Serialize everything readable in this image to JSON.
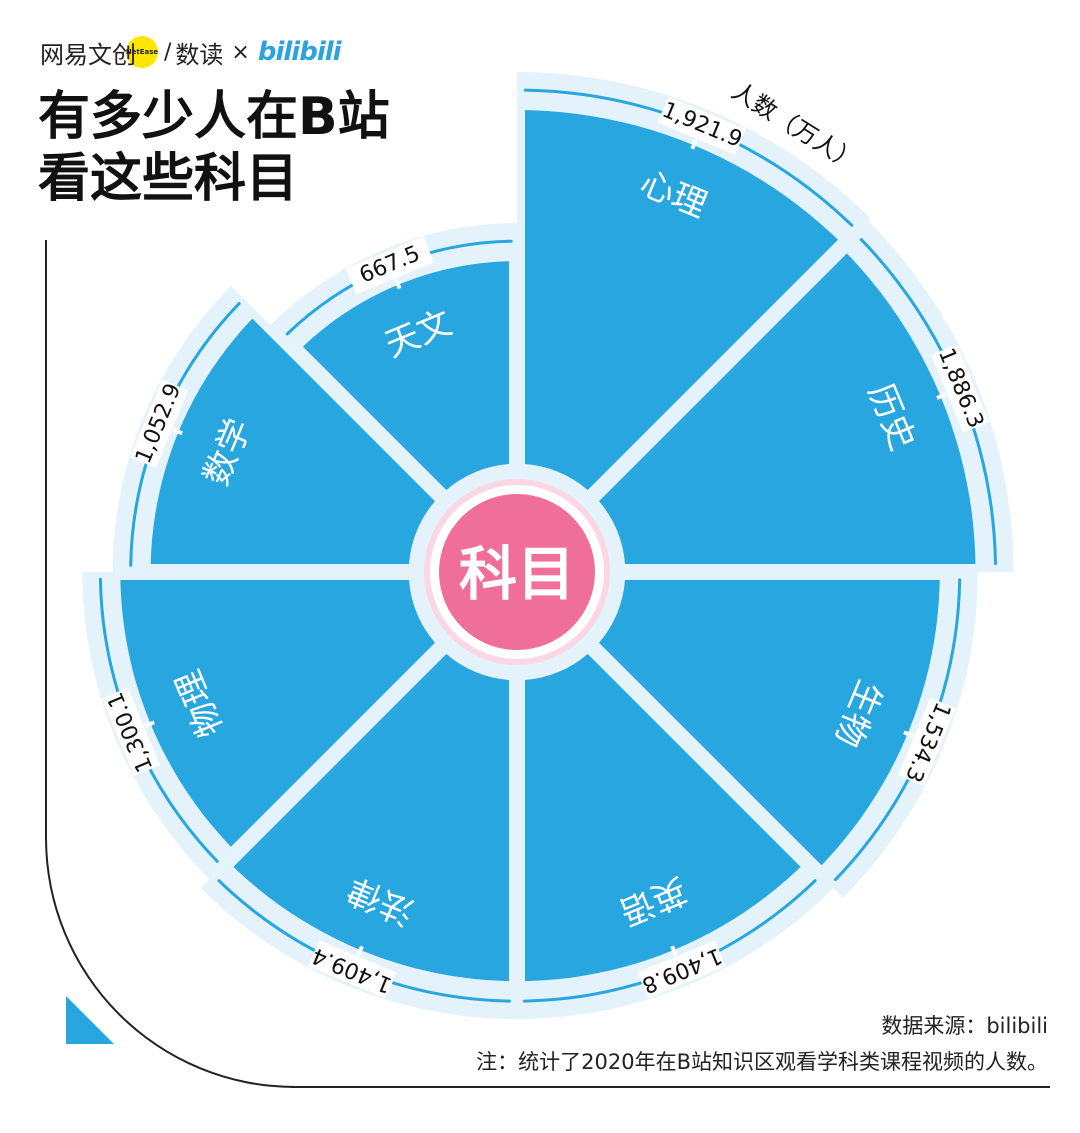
{
  "header": {
    "brand_netease": "网易文创",
    "brand_netease_en": "NetEase",
    "brand_slash": "/",
    "brand_shudu": "数读",
    "brand_times": "×",
    "brand_bilibili": "bilibili"
  },
  "title": "有多少人在B站\n看这些科目",
  "colors": {
    "petal": "#27a6df",
    "petal_light": "#e4f3fb",
    "outline": "#27a6df",
    "center": "#f06f9a",
    "center_ring": "#fbd6e3",
    "text_light": "#ffffff",
    "text_dark": "#111111"
  },
  "chart_data": {
    "type": "pie",
    "title": "有多少人在B站看这些科目",
    "center_label": "科目",
    "unit_label": "人数（万人）",
    "categories": [
      "心理",
      "历史",
      "生物",
      "英语",
      "法律",
      "物理",
      "数学",
      "天文"
    ],
    "values": [
      1921.9,
      1886.3,
      1534.3,
      1409.8,
      1409.4,
      1300.1,
      1052.9,
      667.5
    ],
    "value_labels": [
      "1,921.9",
      "1,886.3",
      "1,534.3",
      "1,409.8",
      "1,409.4",
      "1,300.1",
      "1,052.9",
      "667.5"
    ],
    "encoding": "radius"
  },
  "footer": {
    "source": "数据来源：bilibili",
    "note": "注：统计了2020年在B站知识区观看学科类课程视频的人数。"
  }
}
